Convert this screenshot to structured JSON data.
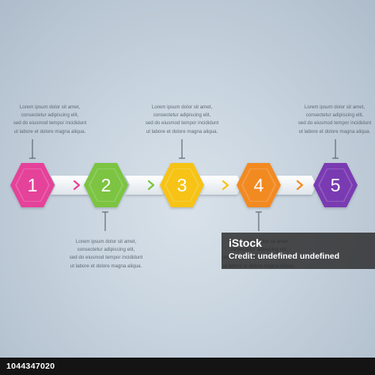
{
  "colors": {
    "step1": "#e5439a",
    "step2": "#7cc443",
    "step3": "#f6c317",
    "step4": "#f28a23",
    "step5": "#7a3ab2"
  },
  "steps": [
    {
      "number": "1"
    },
    {
      "number": "2"
    },
    {
      "number": "3"
    },
    {
      "number": "4"
    },
    {
      "number": "5"
    }
  ],
  "notes": {
    "step1": [
      "Lorem ipsum dolor sit amet,",
      "consectetur adipiscing elit,",
      "sed do eiusmod tempor incididunt",
      "ut labore et dolore magna aliqua."
    ],
    "step2": [
      "Lorem ipsum dolor sit amet,",
      "consectetur adipiscing elit,",
      "sed do eiusmod tempor incididunt",
      "ut labore et dolore magna aliqua."
    ],
    "step3": [
      "Lorem ipsum dolor sit amet,",
      "consectetur adipiscing elit,",
      "sed do eiusmod tempor incididunt",
      "ut labore et dolore magna aliqua."
    ],
    "step4": [
      "Lorem ipsum dolor sit amet,",
      "consectetur adipiscing elit,",
      "sed do eiusmod tempor incididunt",
      "ut labore et dolore magna aliqua."
    ],
    "step5": [
      "Lorem ipsum dolor sit amet,",
      "consectetur adipiscing elit,",
      "sed do eiusmod tempor incididunt",
      "ut labore et dolore magna aliqua."
    ]
  },
  "watermark": {
    "brand": "iStock",
    "credit": "Credit: undefined undefined"
  },
  "footer": {
    "id": "1044347020"
  }
}
